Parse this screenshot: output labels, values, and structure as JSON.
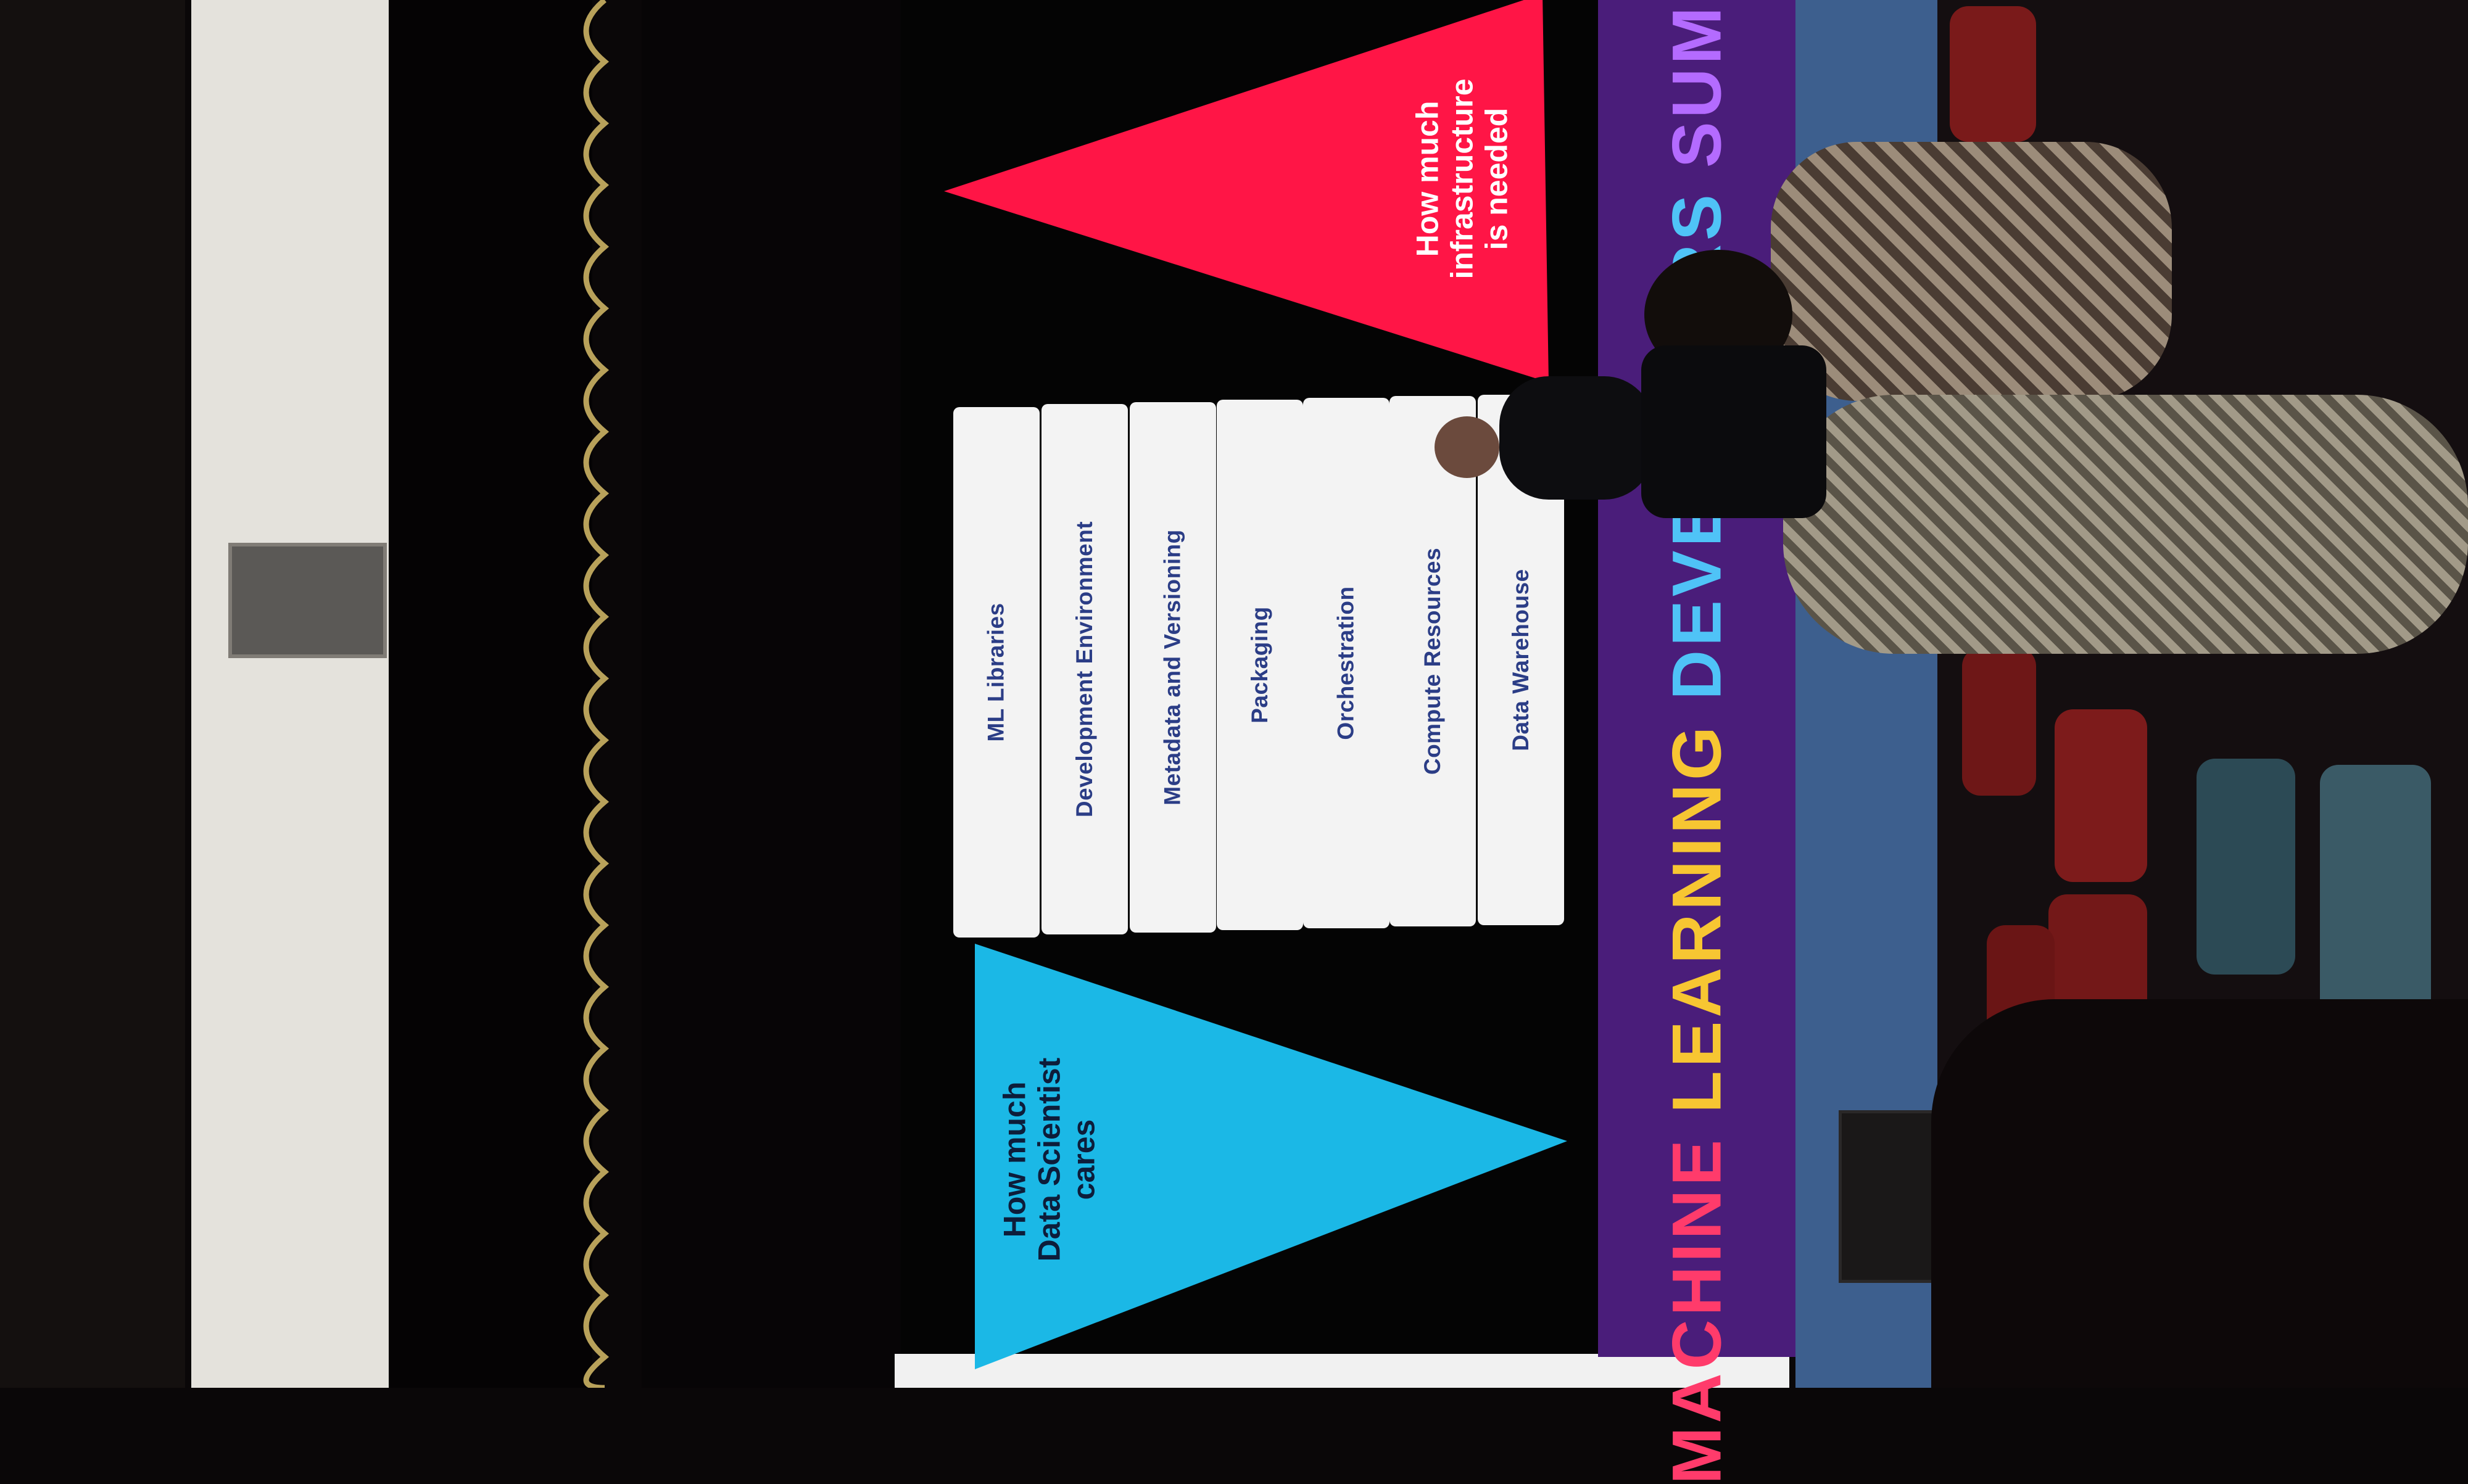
{
  "slide": {
    "left_triangle": {
      "label": "How much\nData Scientist\ncares",
      "color": "#1bb8e6"
    },
    "right_triangle": {
      "label": "How much\ninfrastructure\nis needed",
      "color": "#ff1546"
    },
    "layers": [
      "ML Libraries",
      "Development Environment",
      "Metadata and Versioning",
      "Packaging",
      "Orchestration",
      "Compute Resources",
      "Data Warehouse"
    ]
  },
  "banner": {
    "words": [
      "MACHINE",
      "LEARNING",
      "DEVELOPERS",
      "SUMMIT"
    ],
    "colors": [
      "#ff3b6b",
      "#f7c632",
      "#4fc3f7",
      "#b46bff"
    ],
    "background": "#4a1d7a"
  },
  "colors": {
    "screen": "#040404",
    "wall": "#e9e7e1",
    "stage_floor": "#3d5f8e",
    "curtain_trim": "#b8a15a"
  }
}
